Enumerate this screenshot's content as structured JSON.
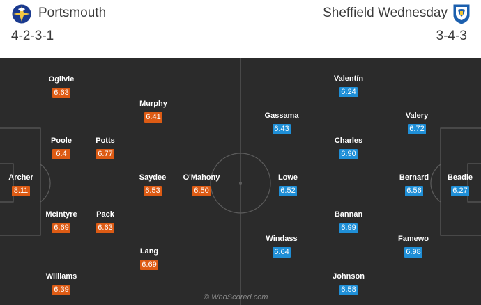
{
  "home": {
    "name": "Portsmouth",
    "formation": "4-2-3-1",
    "crest_icon": "portsmouth-crest-icon",
    "rating_color": "#dd5b14",
    "players": [
      {
        "name": "Archer",
        "rating": "8.11"
      },
      {
        "name": "Ogilvie",
        "rating": "6.63"
      },
      {
        "name": "Poole",
        "rating": "6.4"
      },
      {
        "name": "McIntyre",
        "rating": "6.69"
      },
      {
        "name": "Williams",
        "rating": "6.39"
      },
      {
        "name": "Potts",
        "rating": "6.77"
      },
      {
        "name": "Pack",
        "rating": "6.63"
      },
      {
        "name": "Murphy",
        "rating": "6.41"
      },
      {
        "name": "Saydee",
        "rating": "6.53"
      },
      {
        "name": "Lang",
        "rating": "6.69"
      },
      {
        "name": "O'Mahony",
        "rating": "6.50"
      }
    ]
  },
  "away": {
    "name": "Sheffield Wednesday",
    "formation": "3-4-3",
    "crest_icon": "sheffield-wednesday-crest-icon",
    "rating_color": "#1f8fd7",
    "players": [
      {
        "name": "Beadle",
        "rating": "6.27"
      },
      {
        "name": "Valery",
        "rating": "6.72"
      },
      {
        "name": "Bernard",
        "rating": "6.56"
      },
      {
        "name": "Famewo",
        "rating": "6.98"
      },
      {
        "name": "Valentín",
        "rating": "6.24"
      },
      {
        "name": "Charles",
        "rating": "6.90"
      },
      {
        "name": "Bannan",
        "rating": "6.99"
      },
      {
        "name": "Johnson",
        "rating": "6.58"
      },
      {
        "name": "Gassama",
        "rating": "6.43"
      },
      {
        "name": "Lowe",
        "rating": "6.52"
      },
      {
        "name": "Windass",
        "rating": "6.64"
      }
    ]
  },
  "watermark": "© WhoScored.com",
  "pitch_color": "#2b2b2b"
}
